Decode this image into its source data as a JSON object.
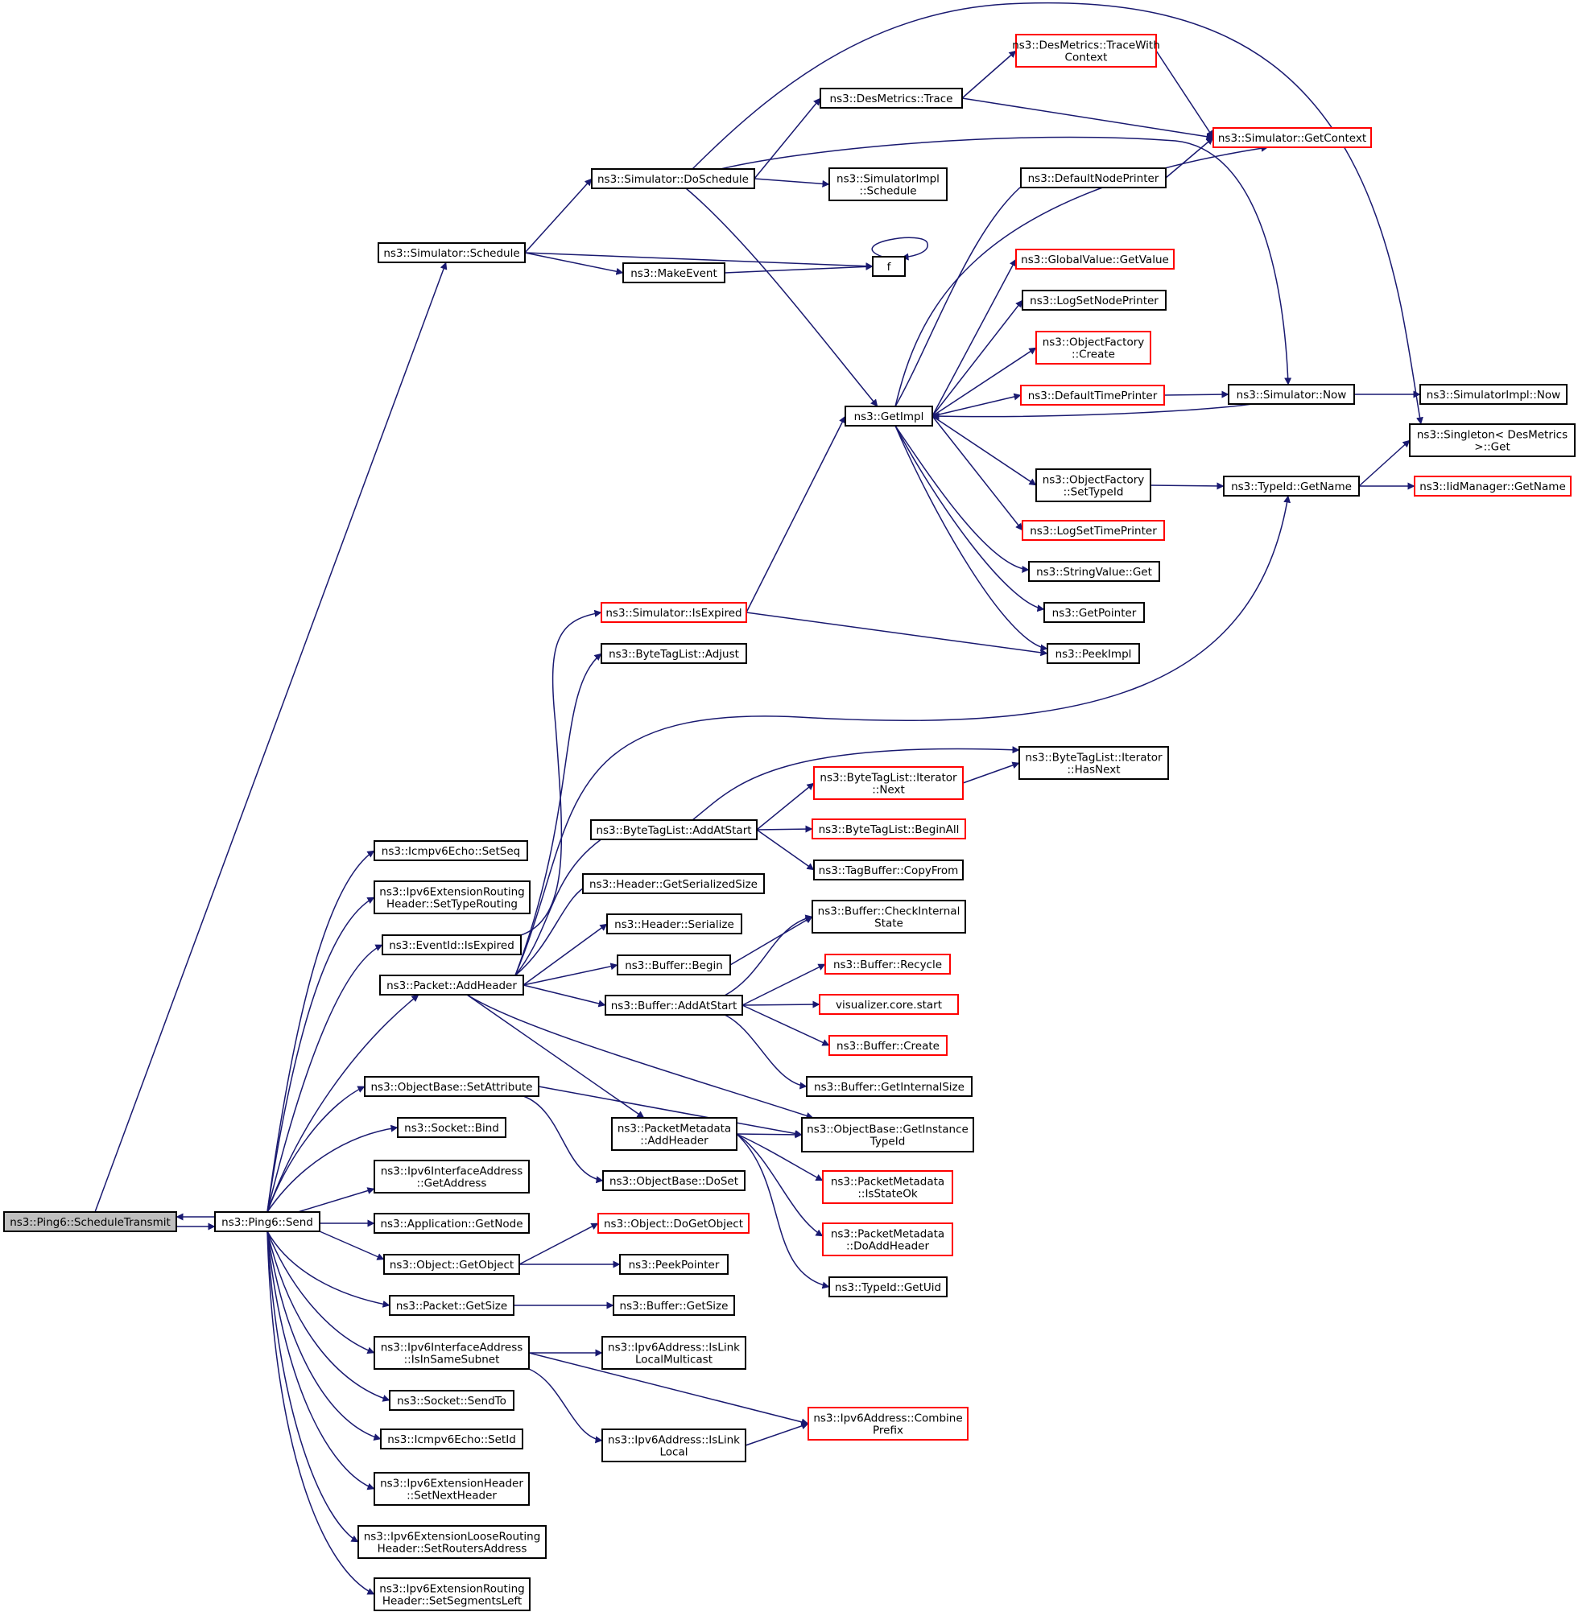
{
  "colors": {
    "edge": "#191970",
    "border_normal": "#000000",
    "border_truncated": "#ff0000",
    "fill_root": "#bfbfbf",
    "fill_normal": "#ffffff"
  },
  "nodes": [
    {
      "id": "ScheduleTransmit",
      "lines": [
        "ns3::Ping6::ScheduleTransmit"
      ],
      "style": "root"
    },
    {
      "id": "Send",
      "lines": [
        "ns3::Ping6::Send"
      ],
      "style": "normal"
    },
    {
      "id": "SimSchedule",
      "lines": [
        "ns3::Simulator::Schedule"
      ],
      "style": "normal"
    },
    {
      "id": "DoSchedule",
      "lines": [
        "ns3::Simulator::DoSchedule"
      ],
      "style": "normal"
    },
    {
      "id": "DesTrace",
      "lines": [
        "ns3::DesMetrics::Trace"
      ],
      "style": "normal"
    },
    {
      "id": "DesTraceWith",
      "lines": [
        "ns3::DesMetrics::TraceWith",
        "Context"
      ],
      "style": "truncated"
    },
    {
      "id": "GetContext",
      "lines": [
        "ns3::Simulator::GetContext"
      ],
      "style": "truncated"
    },
    {
      "id": "ImplSchedule",
      "lines": [
        "ns3::SimulatorImpl",
        "::Schedule"
      ],
      "style": "normal"
    },
    {
      "id": "DefaultNodePrinter",
      "lines": [
        "ns3::DefaultNodePrinter"
      ],
      "style": "normal"
    },
    {
      "id": "f",
      "lines": [
        "f"
      ],
      "style": "normal"
    },
    {
      "id": "MakeEvent",
      "lines": [
        "ns3::MakeEvent"
      ],
      "style": "normal"
    },
    {
      "id": "GlobalGetValue",
      "lines": [
        "ns3::GlobalValue::GetValue"
      ],
      "style": "truncated"
    },
    {
      "id": "LogSetNodePrinter",
      "lines": [
        "ns3::LogSetNodePrinter"
      ],
      "style": "normal"
    },
    {
      "id": "ObjFactCreate",
      "lines": [
        "ns3::ObjectFactory",
        "::Create"
      ],
      "style": "truncated"
    },
    {
      "id": "DefaultTimePrinter",
      "lines": [
        "ns3::DefaultTimePrinter"
      ],
      "style": "truncated"
    },
    {
      "id": "SimNow",
      "lines": [
        "ns3::Simulator::Now"
      ],
      "style": "normal"
    },
    {
      "id": "ImplNow",
      "lines": [
        "ns3::SimulatorImpl::Now"
      ],
      "style": "normal"
    },
    {
      "id": "GetImpl",
      "lines": [
        "ns3::GetImpl"
      ],
      "style": "normal"
    },
    {
      "id": "SingletonGet",
      "lines": [
        "ns3::Singleton< DesMetrics",
        ">::Get"
      ],
      "style": "normal"
    },
    {
      "id": "SetTypeId",
      "lines": [
        "ns3::ObjectFactory",
        "::SetTypeId"
      ],
      "style": "normal"
    },
    {
      "id": "TypeIdGetName",
      "lines": [
        "ns3::TypeId::GetName"
      ],
      "style": "normal"
    },
    {
      "id": "IidGetName",
      "lines": [
        "ns3::IidManager::GetName"
      ],
      "style": "truncated"
    },
    {
      "id": "LogSetTimePrinter",
      "lines": [
        "ns3::LogSetTimePrinter"
      ],
      "style": "truncated"
    },
    {
      "id": "StringValueGet",
      "lines": [
        "ns3::StringValue::Get"
      ],
      "style": "normal"
    },
    {
      "id": "GetPointer",
      "lines": [
        "ns3::GetPointer"
      ],
      "style": "normal"
    },
    {
      "id": "SimIsExpired",
      "lines": [
        "ns3::Simulator::IsExpired"
      ],
      "style": "truncated"
    },
    {
      "id": "PeekImpl",
      "lines": [
        "ns3::PeekImpl"
      ],
      "style": "normal"
    },
    {
      "id": "BTLAdjust",
      "lines": [
        "ns3::ByteTagList::Adjust"
      ],
      "style": "normal"
    },
    {
      "id": "BTLIterHasNext",
      "lines": [
        "ns3::ByteTagList::Iterator",
        "::HasNext"
      ],
      "style": "normal"
    },
    {
      "id": "BTLIterNext",
      "lines": [
        "ns3::ByteTagList::Iterator",
        "::Next"
      ],
      "style": "truncated"
    },
    {
      "id": "BTLAddAtStart",
      "lines": [
        "ns3::ByteTagList::AddAtStart"
      ],
      "style": "normal"
    },
    {
      "id": "BTLBeginAll",
      "lines": [
        "ns3::ByteTagList::BeginAll"
      ],
      "style": "truncated"
    },
    {
      "id": "SetSeq",
      "lines": [
        "ns3::Icmpv6Echo::SetSeq"
      ],
      "style": "normal"
    },
    {
      "id": "SetTypeRouting",
      "lines": [
        "ns3::Ipv6ExtensionRouting",
        "Header::SetTypeRouting"
      ],
      "style": "normal"
    },
    {
      "id": "HdrGetSerSize",
      "lines": [
        "ns3::Header::GetSerializedSize"
      ],
      "style": "normal"
    },
    {
      "id": "TagBufCopyFrom",
      "lines": [
        "ns3::TagBuffer::CopyFrom"
      ],
      "style": "normal"
    },
    {
      "id": "EventIsExpired",
      "lines": [
        "ns3::EventId::IsExpired"
      ],
      "style": "normal"
    },
    {
      "id": "HdrSerialize",
      "lines": [
        "ns3::Header::Serialize"
      ],
      "style": "normal"
    },
    {
      "id": "BufCheckInternal",
      "lines": [
        "ns3::Buffer::CheckInternal",
        "State"
      ],
      "style": "normal"
    },
    {
      "id": "BufBegin",
      "lines": [
        "ns3::Buffer::Begin"
      ],
      "style": "normal"
    },
    {
      "id": "BufRecycle",
      "lines": [
        "ns3::Buffer::Recycle"
      ],
      "style": "truncated"
    },
    {
      "id": "PktAddHeader",
      "lines": [
        "ns3::Packet::AddHeader"
      ],
      "style": "normal"
    },
    {
      "id": "BufAddAtStart",
      "lines": [
        "ns3::Buffer::AddAtStart"
      ],
      "style": "normal"
    },
    {
      "id": "VizStart",
      "lines": [
        "visualizer.core.start"
      ],
      "style": "truncated"
    },
    {
      "id": "BufCreate",
      "lines": [
        "ns3::Buffer::Create"
      ],
      "style": "truncated"
    },
    {
      "id": "BufGetInternalSize",
      "lines": [
        "ns3::Buffer::GetInternalSize"
      ],
      "style": "normal"
    },
    {
      "id": "OBSetAttribute",
      "lines": [
        "ns3::ObjectBase::SetAttribute"
      ],
      "style": "normal"
    },
    {
      "id": "OBGetInstTypeId",
      "lines": [
        "ns3::ObjectBase::GetInstance",
        "TypeId"
      ],
      "style": "normal"
    },
    {
      "id": "PMAddHeader",
      "lines": [
        "ns3::PacketMetadata",
        "::AddHeader"
      ],
      "style": "normal"
    },
    {
      "id": "SocketBind",
      "lines": [
        "ns3::Socket::Bind"
      ],
      "style": "normal"
    },
    {
      "id": "OBDoSet",
      "lines": [
        "ns3::ObjectBase::DoSet"
      ],
      "style": "normal"
    },
    {
      "id": "IfaceGetAddress",
      "lines": [
        "ns3::Ipv6InterfaceAddress",
        "::GetAddress"
      ],
      "style": "normal"
    },
    {
      "id": "PMIsStateOk",
      "lines": [
        "ns3::PacketMetadata",
        "::IsStateOk"
      ],
      "style": "truncated"
    },
    {
      "id": "AppGetNode",
      "lines": [
        "ns3::Application::GetNode"
      ],
      "style": "normal"
    },
    {
      "id": "ObjDoGetObject",
      "lines": [
        "ns3::Object::DoGetObject"
      ],
      "style": "truncated"
    },
    {
      "id": "PMDoAddHeader",
      "lines": [
        "ns3::PacketMetadata",
        "::DoAddHeader"
      ],
      "style": "truncated"
    },
    {
      "id": "ObjGetObject",
      "lines": [
        "ns3::Object::GetObject"
      ],
      "style": "normal"
    },
    {
      "id": "PeekPointer",
      "lines": [
        "ns3::PeekPointer"
      ],
      "style": "normal"
    },
    {
      "id": "TypeIdGetUid",
      "lines": [
        "ns3::TypeId::GetUid"
      ],
      "style": "normal"
    },
    {
      "id": "PktGetSize",
      "lines": [
        "ns3::Packet::GetSize"
      ],
      "style": "normal"
    },
    {
      "id": "BufGetSize",
      "lines": [
        "ns3::Buffer::GetSize"
      ],
      "style": "normal"
    },
    {
      "id": "IsInSameSubnet",
      "lines": [
        "ns3::Ipv6InterfaceAddress",
        "::IsInSameSubnet"
      ],
      "style": "normal"
    },
    {
      "id": "IsLinkLocalMc",
      "lines": [
        "ns3::Ipv6Address::IsLink",
        "LocalMulticast"
      ],
      "style": "normal"
    },
    {
      "id": "SocketSendTo",
      "lines": [
        "ns3::Socket::SendTo"
      ],
      "style": "normal"
    },
    {
      "id": "CombinePrefix",
      "lines": [
        "ns3::Ipv6Address::Combine",
        "Prefix"
      ],
      "style": "truncated"
    },
    {
      "id": "EchoSetId",
      "lines": [
        "ns3::Icmpv6Echo::SetId"
      ],
      "style": "normal"
    },
    {
      "id": "IsLinkLocal",
      "lines": [
        "ns3::Ipv6Address::IsLink",
        "Local"
      ],
      "style": "normal"
    },
    {
      "id": "SetNextHeader",
      "lines": [
        "ns3::Ipv6ExtensionHeader",
        "::SetNextHeader"
      ],
      "style": "normal"
    },
    {
      "id": "SetRoutersAddress",
      "lines": [
        "ns3::Ipv6ExtensionLooseRouting",
        "Header::SetRoutersAddress"
      ],
      "style": "normal"
    },
    {
      "id": "SetSegmentsLeft",
      "lines": [
        "ns3::Ipv6ExtensionRouting",
        "Header::SetSegmentsLeft"
      ],
      "style": "normal"
    }
  ],
  "edges": [
    [
      "ScheduleTransmit",
      "SimSchedule"
    ],
    [
      "Send",
      "ScheduleTransmit"
    ],
    [
      "ScheduleTransmit",
      "Send"
    ],
    [
      "SimSchedule",
      "DoSchedule"
    ],
    [
      "SimSchedule",
      "f"
    ],
    [
      "SimSchedule",
      "MakeEvent"
    ],
    [
      "MakeEvent",
      "f"
    ],
    [
      "f",
      "f"
    ],
    [
      "DoSchedule",
      "DesTrace"
    ],
    [
      "DoSchedule",
      "SingletonGet"
    ],
    [
      "DoSchedule",
      "SimNow"
    ],
    [
      "DoSchedule",
      "ImplSchedule"
    ],
    [
      "DoSchedule",
      "GetImpl"
    ],
    [
      "DesTrace",
      "DesTraceWith"
    ],
    [
      "DesTrace",
      "GetContext"
    ],
    [
      "DesTraceWith",
      "GetContext"
    ],
    [
      "DefaultNodePrinter",
      "GetContext"
    ],
    [
      "GetImpl",
      "GetContext"
    ],
    [
      "GetImpl",
      "DefaultNodePrinter"
    ],
    [
      "GetImpl",
      "GlobalGetValue"
    ],
    [
      "GetImpl",
      "LogSetNodePrinter"
    ],
    [
      "GetImpl",
      "ObjFactCreate"
    ],
    [
      "GetImpl",
      "DefaultTimePrinter"
    ],
    [
      "GetImpl",
      "SetTypeId"
    ],
    [
      "GetImpl",
      "LogSetTimePrinter"
    ],
    [
      "GetImpl",
      "StringValueGet"
    ],
    [
      "GetImpl",
      "GetPointer"
    ],
    [
      "GetImpl",
      "PeekImpl"
    ],
    [
      "SimNow",
      "GetImpl"
    ],
    [
      "DefaultTimePrinter",
      "SimNow"
    ],
    [
      "SimNow",
      "ImplNow"
    ],
    [
      "SetTypeId",
      "TypeIdGetName"
    ],
    [
      "TypeIdGetName",
      "SingletonGet"
    ],
    [
      "TypeIdGetName",
      "IidGetName"
    ],
    [
      "SimIsExpired",
      "GetImpl"
    ],
    [
      "SimIsExpired",
      "PeekImpl"
    ],
    [
      "EventIsExpired",
      "SimIsExpired"
    ],
    [
      "PktAddHeader",
      "TypeIdGetName"
    ],
    [
      "PktAddHeader",
      "BTLAdjust"
    ],
    [
      "PktAddHeader",
      "BTLAddAtStart"
    ],
    [
      "PktAddHeader",
      "HdrGetSerSize"
    ],
    [
      "PktAddHeader",
      "HdrSerialize"
    ],
    [
      "PktAddHeader",
      "BufBegin"
    ],
    [
      "PktAddHeader",
      "BufAddAtStart"
    ],
    [
      "PktAddHeader",
      "OBGetInstTypeId"
    ],
    [
      "PktAddHeader",
      "PMAddHeader"
    ],
    [
      "BTLAddAtStart",
      "BTLIterHasNext"
    ],
    [
      "BTLAddAtStart",
      "BTLIterNext"
    ],
    [
      "BTLAddAtStart",
      "BTLBeginAll"
    ],
    [
      "BTLAddAtStart",
      "TagBufCopyFrom"
    ],
    [
      "BTLIterNext",
      "BTLIterHasNext"
    ],
    [
      "BufBegin",
      "BufCheckInternal"
    ],
    [
      "BufAddAtStart",
      "BufCheckInternal"
    ],
    [
      "BufAddAtStart",
      "BufRecycle"
    ],
    [
      "BufAddAtStart",
      "VizStart"
    ],
    [
      "BufAddAtStart",
      "BufCreate"
    ],
    [
      "BufAddAtStart",
      "BufGetInternalSize"
    ],
    [
      "OBSetAttribute",
      "OBGetInstTypeId"
    ],
    [
      "OBSetAttribute",
      "OBDoSet"
    ],
    [
      "PMAddHeader",
      "OBGetInstTypeId"
    ],
    [
      "PMAddHeader",
      "PMIsStateOk"
    ],
    [
      "PMAddHeader",
      "PMDoAddHeader"
    ],
    [
      "PMAddHeader",
      "TypeIdGetUid"
    ],
    [
      "ObjGetObject",
      "ObjDoGetObject"
    ],
    [
      "ObjGetObject",
      "PeekPointer"
    ],
    [
      "PktGetSize",
      "BufGetSize"
    ],
    [
      "IsInSameSubnet",
      "IsLinkLocalMc"
    ],
    [
      "IsInSameSubnet",
      "CombinePrefix"
    ],
    [
      "IsInSameSubnet",
      "IsLinkLocal"
    ],
    [
      "IsLinkLocal",
      "CombinePrefix"
    ],
    [
      "Send",
      "SetSeq"
    ],
    [
      "Send",
      "SetTypeRouting"
    ],
    [
      "Send",
      "EventIsExpired"
    ],
    [
      "Send",
      "PktAddHeader"
    ],
    [
      "Send",
      "OBSetAttribute"
    ],
    [
      "Send",
      "SocketBind"
    ],
    [
      "Send",
      "IfaceGetAddress"
    ],
    [
      "Send",
      "AppGetNode"
    ],
    [
      "Send",
      "ObjGetObject"
    ],
    [
      "Send",
      "PktGetSize"
    ],
    [
      "Send",
      "IsInSameSubnet"
    ],
    [
      "Send",
      "SocketSendTo"
    ],
    [
      "Send",
      "EchoSetId"
    ],
    [
      "Send",
      "SetNextHeader"
    ],
    [
      "Send",
      "SetRoutersAddress"
    ],
    [
      "Send",
      "SetSegmentsLeft"
    ]
  ]
}
